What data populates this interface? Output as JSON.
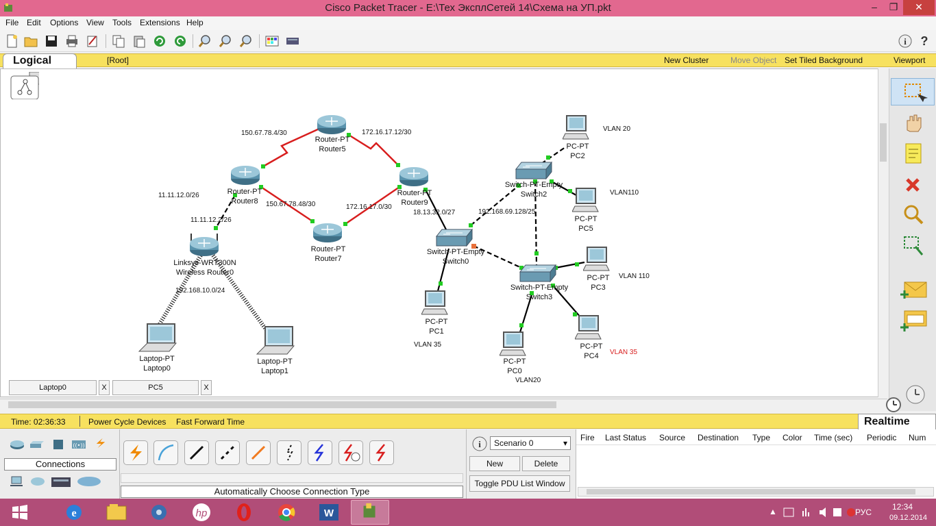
{
  "window": {
    "title": "Cisco Packet Tracer - E:\\Тех ЭксплСетей 14\\Схема на УП.pkt",
    "minimize": "–",
    "restore": "❐",
    "close": "✕"
  },
  "menu": [
    "File",
    "Edit",
    "Options",
    "View",
    "Tools",
    "Extensions",
    "Help"
  ],
  "logical_bar": {
    "tab": "Logical",
    "root": "[Root]",
    "new_cluster": "New Cluster",
    "move_object": "Move Object",
    "set_tiled_background": "Set Tiled Background",
    "viewport": "Viewport"
  },
  "nodes": {
    "router5": {
      "type": "Router-PT",
      "name": "Router5"
    },
    "router8": {
      "type": "Router-PT",
      "name": "Router8"
    },
    "router9": {
      "type": "Router-PT",
      "name": "Router9"
    },
    "router7": {
      "type": "Router-PT",
      "name": "Router7"
    },
    "wrouter0": {
      "type": "Linksys-WRT300N",
      "name": "Wireless Router0"
    },
    "laptop0": {
      "type": "Laptop-PT",
      "name": "Laptop0"
    },
    "laptop1": {
      "type": "Laptop-PT",
      "name": "Laptop1"
    },
    "switch0": {
      "type": "Switch-PT-Empty",
      "name": "Switch0"
    },
    "switch2": {
      "type": "Switch-PT-Empty",
      "name": "Switch2"
    },
    "switch3": {
      "type": "Switch-PT-Empty",
      "name": "Switch3"
    },
    "pc1": {
      "type": "PC-PT",
      "name": "PC1"
    },
    "pc2": {
      "type": "PC-PT",
      "name": "PC2"
    },
    "pc5": {
      "type": "PC-PT",
      "name": "PC5"
    },
    "pc3": {
      "type": "PC-PT",
      "name": "PC3"
    },
    "pc4": {
      "type": "PC-PT",
      "name": "PC4"
    },
    "pc0": {
      "type": "PC-PT",
      "name": "PC0"
    }
  },
  "net_labels": {
    "n1": "150.67.78.4/30",
    "n2": "172.16.17.12/30",
    "n3": "11.11.12.0/26",
    "n4": "150.67.78.48/30",
    "n5": "172.16.17.0/30",
    "n6": "11.11.12.2/26",
    "n7": "18.13.32.0/27",
    "n8": "192.168.69.128/25",
    "n9": "192.168.10.0/24"
  },
  "vlan_labels": {
    "pc2": "VLAN 20",
    "pc5": "VLAN110",
    "pc3": "VLAN 110",
    "pc1": "VLAN 35",
    "pc4": "VLAN 35",
    "pc0": "VLAN20"
  },
  "colors": {
    "titlebar": "#e2688f",
    "yellow_bar": "#f7e15f",
    "serial_link": "#d81e1e",
    "link_endpoint": "#22cc22",
    "link_down": "#e8703a",
    "vlan_red": "#d81e1e",
    "taskbar": "#b14d78"
  },
  "workspace_tabs": [
    {
      "label": "Laptop0",
      "close": "X"
    },
    {
      "label": "PC5",
      "close": "X"
    }
  ],
  "timebar": {
    "time": "Time: 02:36:33",
    "power_cycle": "Power Cycle Devices",
    "fast_forward": "Fast Forward Time",
    "mode": "Realtime"
  },
  "bottom": {
    "connections_label": "Connections",
    "connection_type": "Automatically Choose Connection Type",
    "scenario": "Scenario 0",
    "new_btn": "New",
    "delete_btn": "Delete",
    "toggle_pdu": "Toggle PDU List Window",
    "pdu_headers": [
      "Fire",
      "Last Status",
      "Source",
      "Destination",
      "Type",
      "Color",
      "Time (sec)",
      "Periodic",
      "Num"
    ]
  },
  "tray": {
    "lang": "РУС",
    "time": "12:34",
    "date": "09.12.2014"
  }
}
